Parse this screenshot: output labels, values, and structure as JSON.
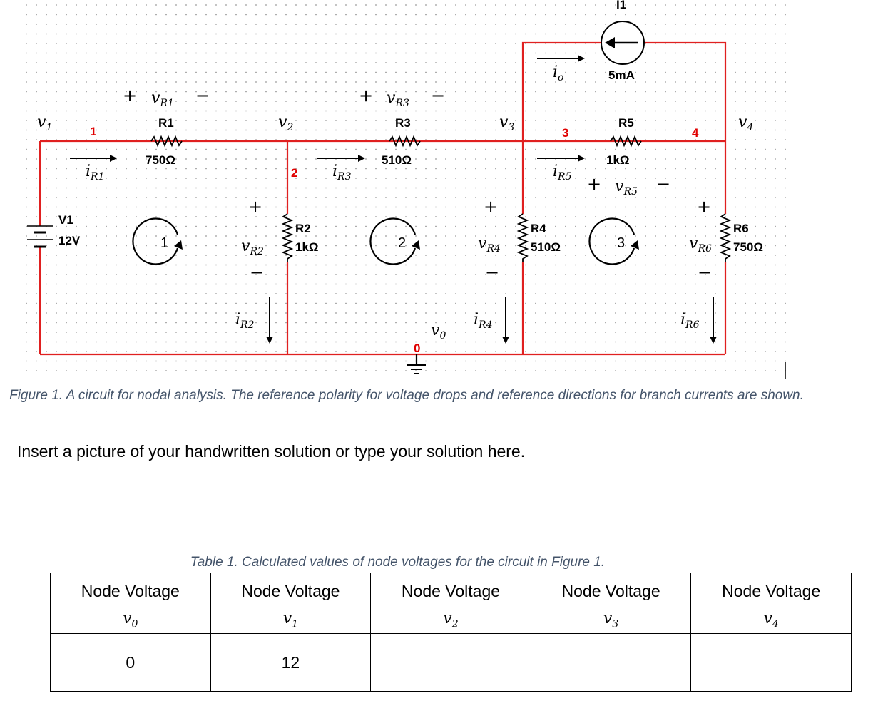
{
  "figure": {
    "nodes": [
      "1",
      "2",
      "3",
      "4",
      "0"
    ],
    "components": {
      "V1": {
        "name": "V1",
        "value": "12V"
      },
      "R1": {
        "name": "R1",
        "value": "750Ω"
      },
      "R2": {
        "name": "R2",
        "value": "1kΩ"
      },
      "R3": {
        "name": "R3",
        "value": "510Ω"
      },
      "R4": {
        "name": "R4",
        "value": "510Ω"
      },
      "R5": {
        "name": "R5",
        "value": "1kΩ"
      },
      "R6": {
        "name": "R6",
        "value": "750Ω"
      },
      "I1": {
        "name": "I1",
        "value": "5mA"
      }
    },
    "voltage_labels": {
      "v1": {
        "base": "v",
        "sub": "1"
      },
      "v2": {
        "base": "v",
        "sub": "2"
      },
      "v3": {
        "base": "v",
        "sub": "3"
      },
      "v4": {
        "base": "v",
        "sub": "4"
      },
      "v0": {
        "base": "v",
        "sub": "0"
      },
      "vR1": {
        "base": "v",
        "sub": "R1"
      },
      "vR2": {
        "base": "v",
        "sub": "R2"
      },
      "vR3": {
        "base": "v",
        "sub": "R3"
      },
      "vR4": {
        "base": "v",
        "sub": "R4"
      },
      "vR5": {
        "base": "v",
        "sub": "R5"
      },
      "vR6": {
        "base": "v",
        "sub": "R6"
      }
    },
    "current_labels": {
      "iR1": {
        "base": "i",
        "sub": "R1"
      },
      "iR2": {
        "base": "i",
        "sub": "R2"
      },
      "iR3": {
        "base": "i",
        "sub": "R3"
      },
      "iR4": {
        "base": "i",
        "sub": "R4"
      },
      "iR5": {
        "base": "i",
        "sub": "R5"
      },
      "iR6": {
        "base": "i",
        "sub": "R6"
      },
      "io": {
        "base": "i",
        "sub": "o"
      }
    },
    "signs": {
      "plus": "+",
      "minus": "−"
    },
    "loops": [
      "1",
      "2",
      "3"
    ],
    "wire_color": "#e02020",
    "caption": "Figure 1. A circuit for nodal analysis. The reference polarity for voltage drops and reference directions for branch currents are shown."
  },
  "prompt": "Insert a picture of your handwritten solution or type your solution here.",
  "table": {
    "caption": "Table 1. Calculated values of node voltages for the circuit in Figure 1.",
    "headers": [
      {
        "label": "Node Voltage",
        "base": "v",
        "sub": "0"
      },
      {
        "label": "Node Voltage",
        "base": "v",
        "sub": "1"
      },
      {
        "label": "Node Voltage",
        "base": "v",
        "sub": "2"
      },
      {
        "label": "Node Voltage",
        "base": "v",
        "sub": "3"
      },
      {
        "label": "Node Voltage",
        "base": "v",
        "sub": "4"
      }
    ],
    "values": [
      "0",
      "12",
      "",
      "",
      ""
    ]
  }
}
